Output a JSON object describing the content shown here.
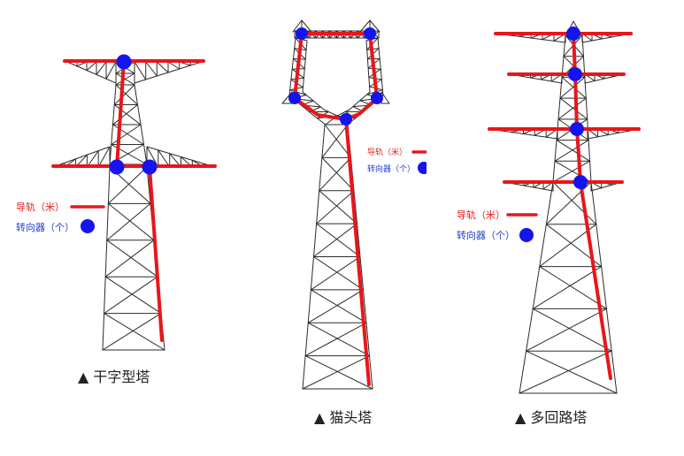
{
  "towers": [
    {
      "caption": "▲ 干字型塔",
      "legend": {
        "rail_label": "导轨（米）",
        "steering_label": "转向器（个）"
      }
    },
    {
      "caption": "▲ 猫头塔",
      "legend": {
        "rail_label": "导轨（米）",
        "steering_label": "转向器（个）"
      }
    },
    {
      "caption": "▲ 多回路塔",
      "legend": {
        "rail_label": "导轨（米）",
        "steering_label": "转向器（个）"
      }
    }
  ],
  "colors": {
    "rail": "#e8161b",
    "rail_text": "#e0221e",
    "steering": "#1414ee",
    "steering_text": "#1f3fc6",
    "lattice": "#2b2b2b"
  }
}
